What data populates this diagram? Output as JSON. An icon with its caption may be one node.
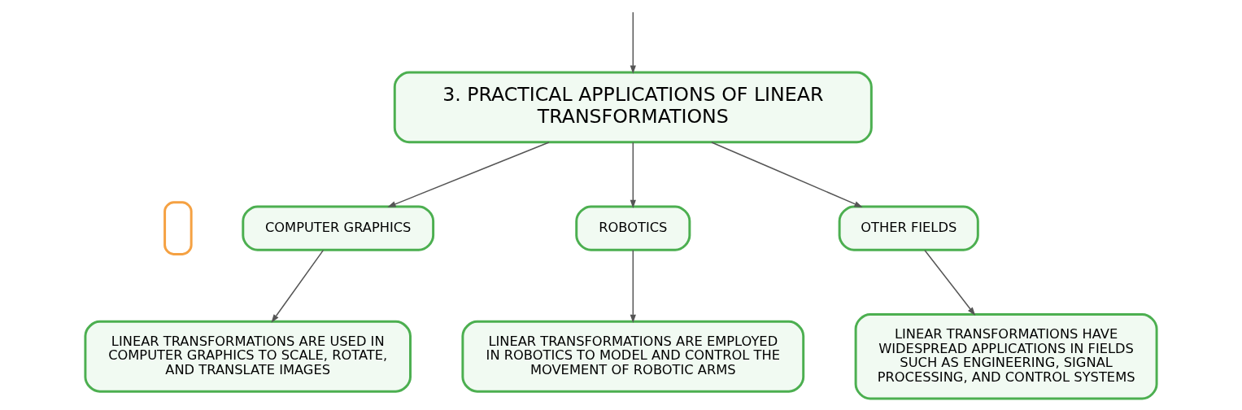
{
  "diagram": {
    "nodes": [
      {
        "text": [
          "3. PRACTICAL APPLICATIONS OF LINEAR TRANSFORMATIONS"
        ]
      },
      {
        "text": [
          "COMPUTER GRAPHICS"
        ]
      },
      {
        "text": [
          "ROBOTICS"
        ]
      },
      {
        "text": [
          "OTHER FIELDS"
        ]
      },
      {
        "text": [
          "LINEAR TRANSFORMATIONS ARE USED IN COMPUTER GRAPHICS TO SCALE, ROTATE, AND TRANSLATE IMAGES"
        ]
      },
      {
        "text": [
          "LINEAR TRANSFORMATIONS ARE EMPLOYED IN ROBOTICS TO MODEL AND CONTROL THE MOVEMENT OF ROBOTIC ARMS"
        ]
      },
      {
        "text": [
          "LINEAR TRANSFORMATIONS HAVE WIDESPREAD APPLICATIONS IN FIELDS SUCH AS ENGINEERING, SIGNAL PROCESSING, AND CONTROL SYSTEMS"
        ]
      },
      {
        "text": [],
        "shape": "box"
      }
    ],
    "edges": [
      {
        "from": null,
        "to": 0,
        "arrow": "to"
      },
      {
        "from": 0,
        "to": 1,
        "arrow": "to"
      },
      {
        "from": 0,
        "to": 2,
        "arrow": "to"
      },
      {
        "from": 0,
        "to": 3,
        "arrow": "to"
      },
      {
        "from": 1,
        "to": 4,
        "arrow": "to"
      },
      {
        "from": 2,
        "to": 5,
        "arrow": "to"
      },
      {
        "from": 3,
        "to": 6,
        "arrow": "to"
      }
    ]
  }
}
